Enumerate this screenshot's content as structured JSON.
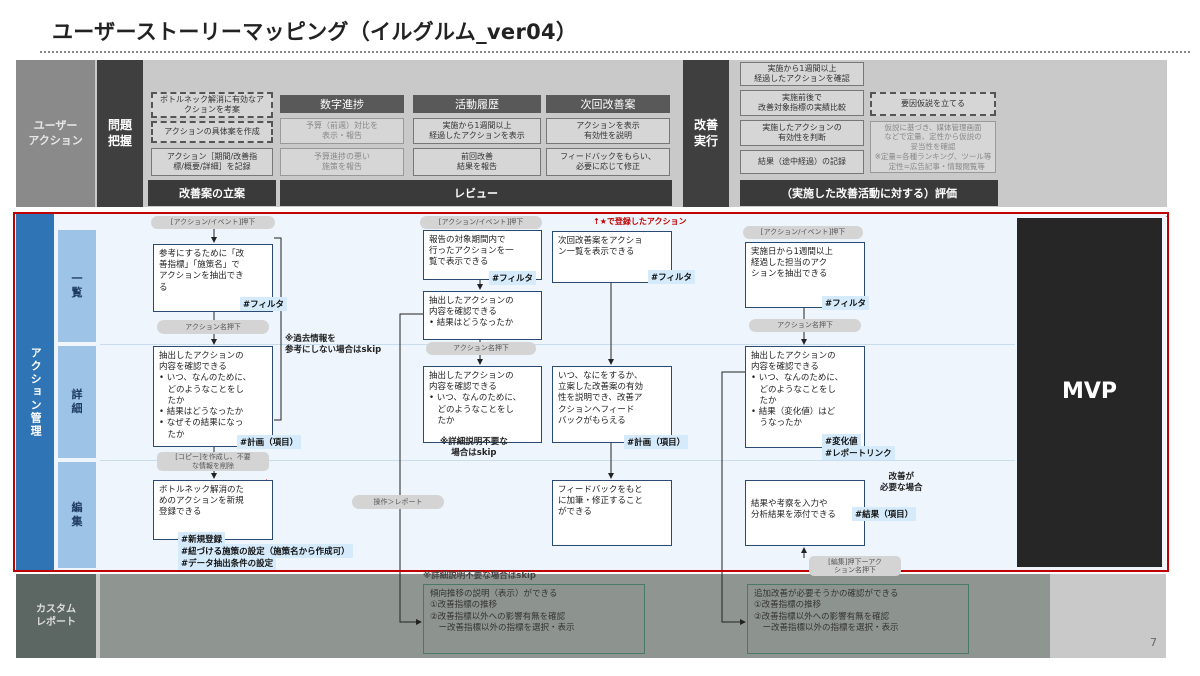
{
  "title": "ユーザーストーリーマッピング（イルグルム_ver04）",
  "page_number": "7",
  "mvp_label": "MVP",
  "lanes": {
    "user_action": "ユーザー\nアクション",
    "action_mgmt": "アクション管理",
    "custom_report": "カスタム\nレポート"
  },
  "top_phases": {
    "problem": "問題\n把握",
    "improve_exec": "改善\n実行"
  },
  "top_columns": {
    "col1_items": [
      "ボトルネック解消に有効なア\nクションを考案",
      "アクションの具体案を作成",
      "アクション［期間/改善指\n標/概要/詳細］を記録"
    ],
    "col2_header": "数字進捗",
    "col2_items": [
      "予算（前週）対比を\n表示・報告",
      "予算進捗の悪い\n施策を報告"
    ],
    "col3_header": "活動履歴",
    "col3_items": [
      "実施から1週間以上\n経過したアクションを表示",
      "前回改善\n結果を報告"
    ],
    "col4_header": "次回改善案",
    "col4_items": [
      "アクションを表示\n有効性を説明",
      "フィードバックをもらい、\n必要に応じて修正"
    ],
    "col5_items": [
      "実施から1週間以上\n経過したアクションを確認",
      "実施前後で\n改善対象指標の実績比較",
      "実施したアクションの\n有効性を判断",
      "結果（途中経過）の記録"
    ],
    "col6_items": [
      "要因仮説を立てる",
      "仮説に基づき、媒体管理画面\nなどで定量、定性から仮説の\n妥当性を確認\n※定量=各種ランキング、ツール等\n　定性=広告記事・情報閲覧等"
    ],
    "footer1": "改善案の立案",
    "footer2": "レビュー",
    "footer3": "（実施した改善活動に対する）評価"
  },
  "sub_rows": [
    "一\n覧",
    "詳\n細",
    "編\n集"
  ],
  "pills": {
    "p1": "[アクション/イベント]押下",
    "p2": "アクション名押下",
    "p3": "[コピー]を作成し、不要\nな情報を削除",
    "p4": "[アクション/イベント]押下",
    "p5": "アクション名押下",
    "p6": "操作＞レポート",
    "p7": "[アクション/イベント]押下",
    "p8": "アクション名押下",
    "p9": "[編集]押下ーアク\nション名押下"
  },
  "red_note": "↑★で登録したアクション",
  "boxes": {
    "b1": "参考にするために「改\n善指標」「施策名」で\nアクションを抽出でき\nる",
    "b2": "抽出したアクションの\n内容を確認できる\n• いつ、なんのために、\n　どのようなことをし\n　たか\n• 結果はどうなったか\n• なぜその結果になっ\n　たか",
    "b3": "ボトルネック解消のた\nめのアクションを新規\n登録できる",
    "b4": "報告の対象期間内で\n行ったアクションを一\n覧で表示できる",
    "b5": "抽出したアクションの\n内容を確認できる\n• 結果はどうなったか",
    "b6": "抽出したアクションの\n内容を確認できる\n• いつ、なんのために、\n　どのようなことをし\n　たか",
    "b7": "次回改善案をアクショ\nン一覧を表示できる",
    "b8": "いつ、なにをするか、\n立案した改善案の有効\n性を説明でき、改善ア\nクションへフィード\nバックがもらえる",
    "b9": "フィードバックをもと\nに加筆・修正すること\nができる",
    "b10": "実施日から1週間以上\n経過した担当のアク\nションを抽出できる",
    "b11": "抽出したアクションの\n内容を確認できる\n• いつ、なんのために、\n　どのようなことをし\n　たか\n• 結果（変化値）はど\n　うなったか",
    "b12": "結果や考察を入力や\n分析結果を添付できる"
  },
  "tags": {
    "t1": "#フィルタ",
    "t2": "#計画（項目）",
    "t3a": "#新規登録",
    "t3b": "#紐づける施策の設定（施策名から作成可）",
    "t3c": "#データ抽出条件の設定",
    "t4": "#フィルタ",
    "t7": "#フィルタ",
    "t8": "#計画（項目）",
    "t10": "#フィルタ",
    "t11a": "#変化値",
    "t11b": "#レポートリンク",
    "t12": "#結果（項目）"
  },
  "notes": {
    "n1": "※過去情報を\n参考にしない場合はskip",
    "n2": "※詳細説明不要な\n場合はskip",
    "n3": "改善が\n必要な場合",
    "n4": "※詳細説明不要な場合はskip"
  },
  "custom_boxes": {
    "c1": "傾向推移の説明（表示）ができる\n①改善指標の推移\n②改善指標以外への影響有無を確認\n　ー改善指標以外の指標を選択・表示",
    "c2": "追加改善が必要そうかの確認ができる\n①改善指標の推移\n②改善指標以外への影響有無を確認\n　ー改善指標以外の指標を選択・表示"
  },
  "colors": {
    "lane_blue": "#2f74b5",
    "sub_blue": "#9dc3e6",
    "mvp_bg": "#262626",
    "red": "#c00000",
    "gray_top": "#c9c9c9",
    "custom_gray": "#8f9692"
  }
}
